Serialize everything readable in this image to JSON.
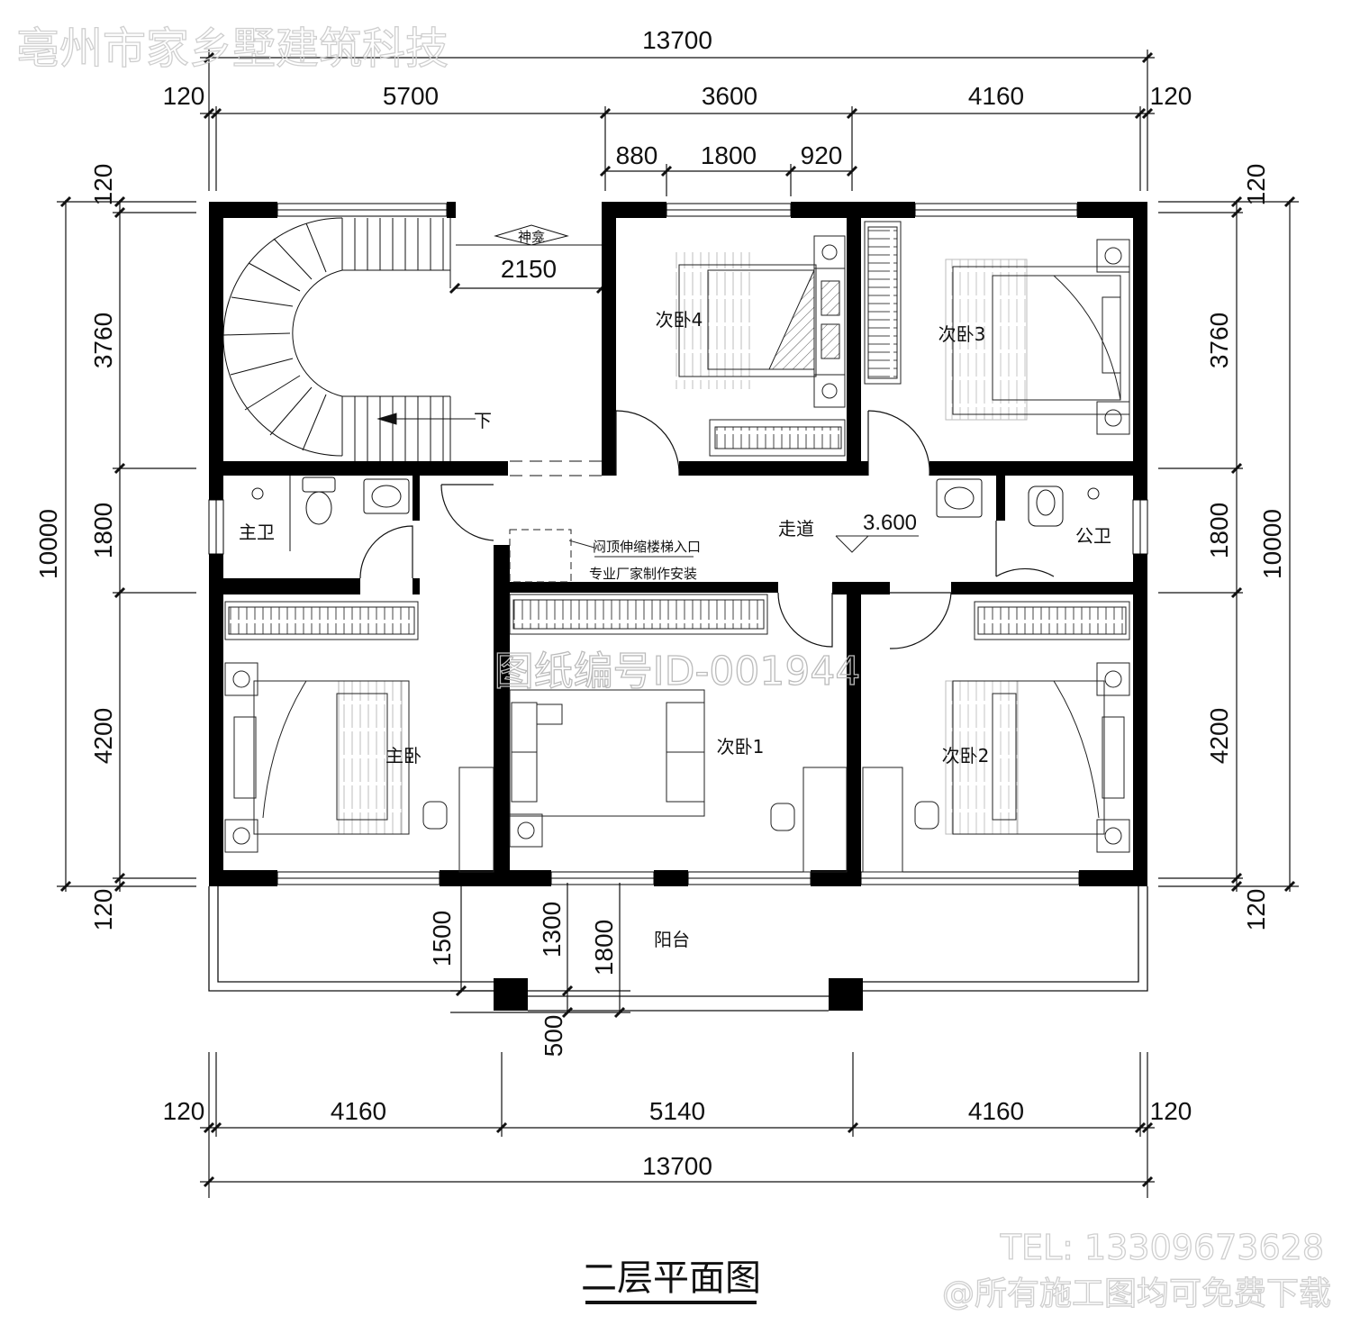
{
  "watermark_top": "亳州市家乡墅建筑科技",
  "watermark_center": "图纸编号ID-001944",
  "watermark_tel": "TEL: 13309673628",
  "watermark_free": "@所有施工图均可免费下载",
  "drawing_title": "二层平面图",
  "level_mark": "3.600",
  "stair_label": "下",
  "shrine_label": "神龛",
  "note_line1": "闷顶伸缩楼梯入口",
  "note_line2": "专业厂家制作安装",
  "rooms": {
    "bedroom4": "次卧4",
    "bedroom3": "次卧3",
    "master_bath": "主卫",
    "corridor": "走道",
    "public_bath": "公卫",
    "master_bedroom": "主卧",
    "bedroom1": "次卧1",
    "bedroom2": "次卧2",
    "balcony": "阳台"
  },
  "dims": {
    "top_total": "13700",
    "top_120_left": "120",
    "top_5700": "5700",
    "top_3600": "3600",
    "top_4160": "4160",
    "top_120_right": "120",
    "top_880": "880",
    "top_1800": "1800",
    "top_920": "920",
    "stair_2150": "2150",
    "left_120_top": "120",
    "left_3760": "3760",
    "left_1800": "1800",
    "left_4200": "4200",
    "left_120_bottom": "120",
    "left_total": "10000",
    "right_120_top": "120",
    "right_3760": "3760",
    "right_1800": "1800",
    "right_4200": "4200",
    "right_120_bottom": "120",
    "right_total": "10000",
    "balc_1500": "1500",
    "balc_1300": "1300",
    "balc_1800": "1800",
    "balc_500": "500",
    "bot_120_left": "120",
    "bot_4160_left": "4160",
    "bot_5140": "5140",
    "bot_4160_right": "4160",
    "bot_120_right": "120",
    "bot_total": "13700"
  }
}
